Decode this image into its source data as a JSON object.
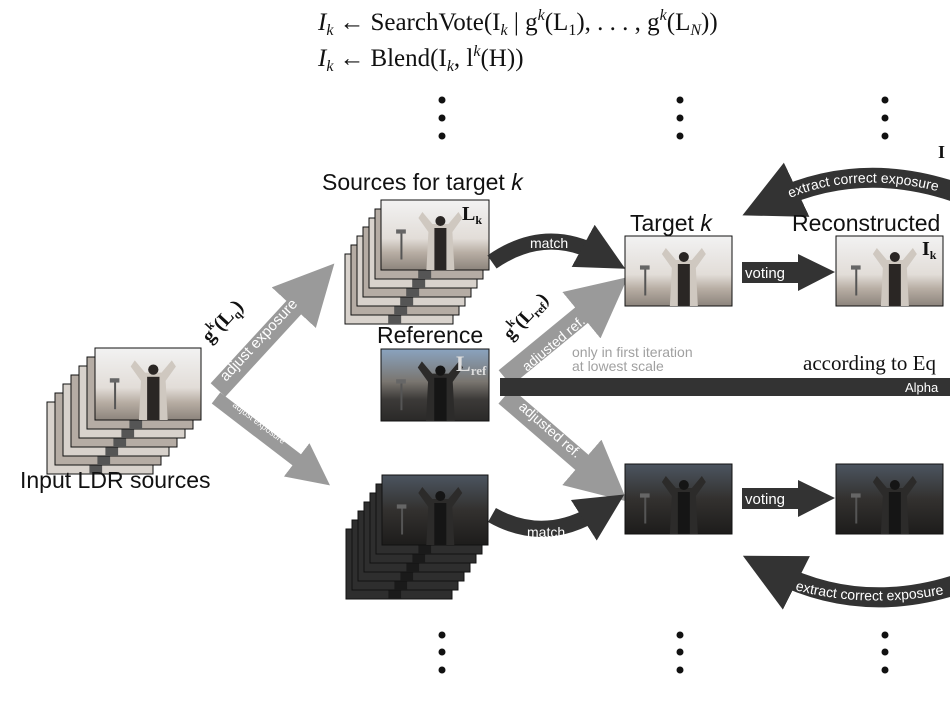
{
  "formulas": {
    "line1": {
      "lhs": "I",
      "lhs_sub": "k",
      "arrow": "←",
      "text": "SearchVote(I",
      "sub1": "k",
      "rest": " | g",
      "sup": "k",
      "rest2": "(L",
      "sub2": "1",
      "rest3": "), . . . , g",
      "sup2": "k",
      "rest4": "(L",
      "sub3": "N",
      "rest5": "))"
    },
    "line2": {
      "lhs": "I",
      "lhs_sub": "k",
      "arrow": "←",
      "text": "Blend(I",
      "sub1": "k",
      "rest": ", l",
      "sup": "k",
      "rest2": "(H))"
    }
  },
  "labels": {
    "sources_for_target": "Sources for target ",
    "sources_for_target_k": "k",
    "target": "Target ",
    "target_k": "k",
    "reconstructed": "Reconstructed",
    "reference": "Reference",
    "input_ldr": "Input LDR sources",
    "L_k": "L",
    "L_k_sub": "k",
    "I_k": "I",
    "I_k_sub": "k",
    "L_ref": "L",
    "L_ref_sub": "ref",
    "I_top": "I",
    "g_Lq": "g",
    "g_Lq_sup": "k",
    "g_Lq_mid": "(L",
    "g_Lq_sub": "q",
    "g_Lq_end": ")",
    "g_Lref": "g",
    "g_Lref_sup": "k",
    "g_Lref_mid": "(L",
    "g_Lref_sub": "ref",
    "g_Lref_end": ")",
    "only_first": "only in first iteration",
    "lowest_scale": "at lowest scale",
    "according_to": "according to Eq",
    "alpha": "Alpha"
  },
  "arrows": {
    "match_top": "match",
    "match_bottom": "match",
    "voting_top": "voting",
    "voting_bottom": "voting",
    "adjust_exposure_up": "adjust exposure",
    "adjust_exposure_down": "adjust exposure",
    "adjusted_ref_up": "adjusted ref.",
    "adjusted_ref_down": "adjusted ref.",
    "extract_top": "extract correct exposure",
    "extract_bottom": "extract correct exposure"
  },
  "colors": {
    "dark_arrow": "#333333",
    "gray_arrow": "#9a9a9a",
    "gray_text": "#a0a0a0"
  }
}
